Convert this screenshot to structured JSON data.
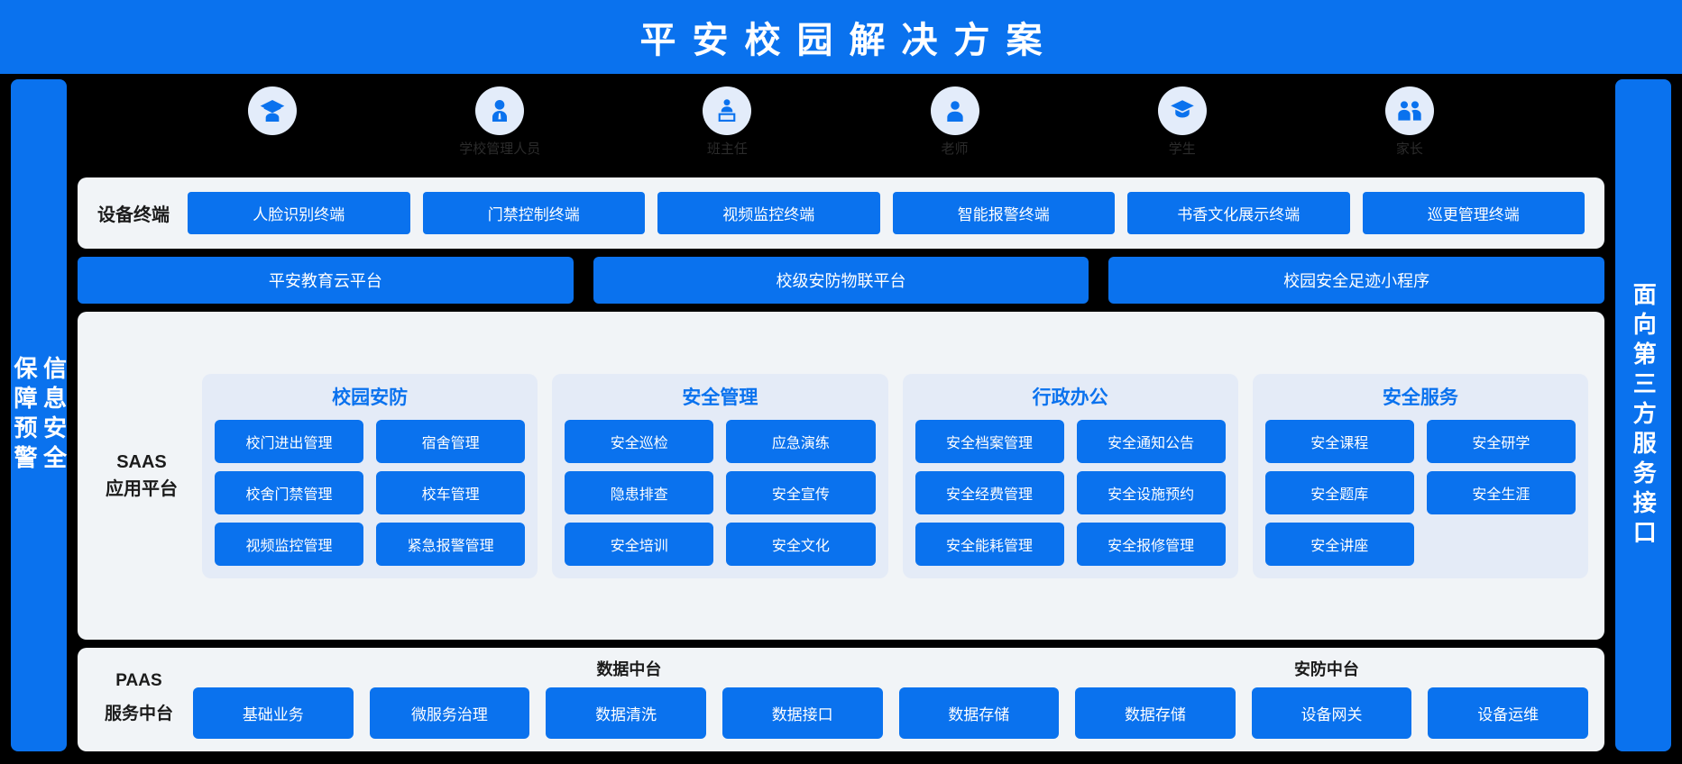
{
  "header": {
    "title": "平安校园解决方案"
  },
  "left_rail": {
    "text": "信息安全\n保障预警"
  },
  "right_rail": {
    "text": "面向第三方服务接口"
  },
  "roles": [
    {
      "label": "",
      "icon": "graduate-cap-user-icon"
    },
    {
      "label": "学校管理人员",
      "icon": "admin-person-icon"
    },
    {
      "label": "班主任",
      "icon": "teacher-board-icon"
    },
    {
      "label": "老师",
      "icon": "teacher-person-icon"
    },
    {
      "label": "学生",
      "icon": "student-cap-icon"
    },
    {
      "label": "家长",
      "icon": "parents-group-icon"
    }
  ],
  "devices": {
    "label": "设备终端",
    "items": [
      "人脸识别终端",
      "门禁控制终端",
      "视频监控终端",
      "智能报警终端",
      "书香文化展示终端",
      "巡更管理终端"
    ]
  },
  "platforms": [
    "平安教育云平台",
    "校级安防物联平台",
    "校园安全足迹小程序"
  ],
  "saas": {
    "label": "SAAS\n应用平台",
    "groups": [
      {
        "title": "校园安防",
        "items": [
          "校门进出管理",
          "宿舍管理",
          "校舍门禁管理",
          "校车管理",
          "视频监控管理",
          "紧急报警管理"
        ]
      },
      {
        "title": "安全管理",
        "items": [
          "安全巡检",
          "应急演练",
          "隐患排查",
          "安全宣传",
          "安全培训",
          "安全文化"
        ]
      },
      {
        "title": "行政办公",
        "items": [
          "安全档案管理",
          "安全通知公告",
          "安全经费管理",
          "安全设施预约",
          "安全能耗管理",
          "安全报修管理"
        ]
      },
      {
        "title": "安全服务",
        "items": [
          "安全课程",
          "安全研学",
          "安全题库",
          "安全生涯",
          "安全讲座"
        ]
      }
    ]
  },
  "paas": {
    "label": "PAAS\n服务中台",
    "group_data": "数据中台",
    "group_security": "安防中台",
    "items": [
      "基础业务",
      "微服务治理",
      "数据清洗",
      "数据接口",
      "数据存储",
      "数据存储",
      "设备网关",
      "设备运维"
    ]
  },
  "colors": {
    "brand_blue": "#0a72ee",
    "panel_bg": "#f1f4f7",
    "group_bg": "#e4ebf7",
    "icon_bg": "#e3ecfa",
    "page_bg": "#000000"
  }
}
